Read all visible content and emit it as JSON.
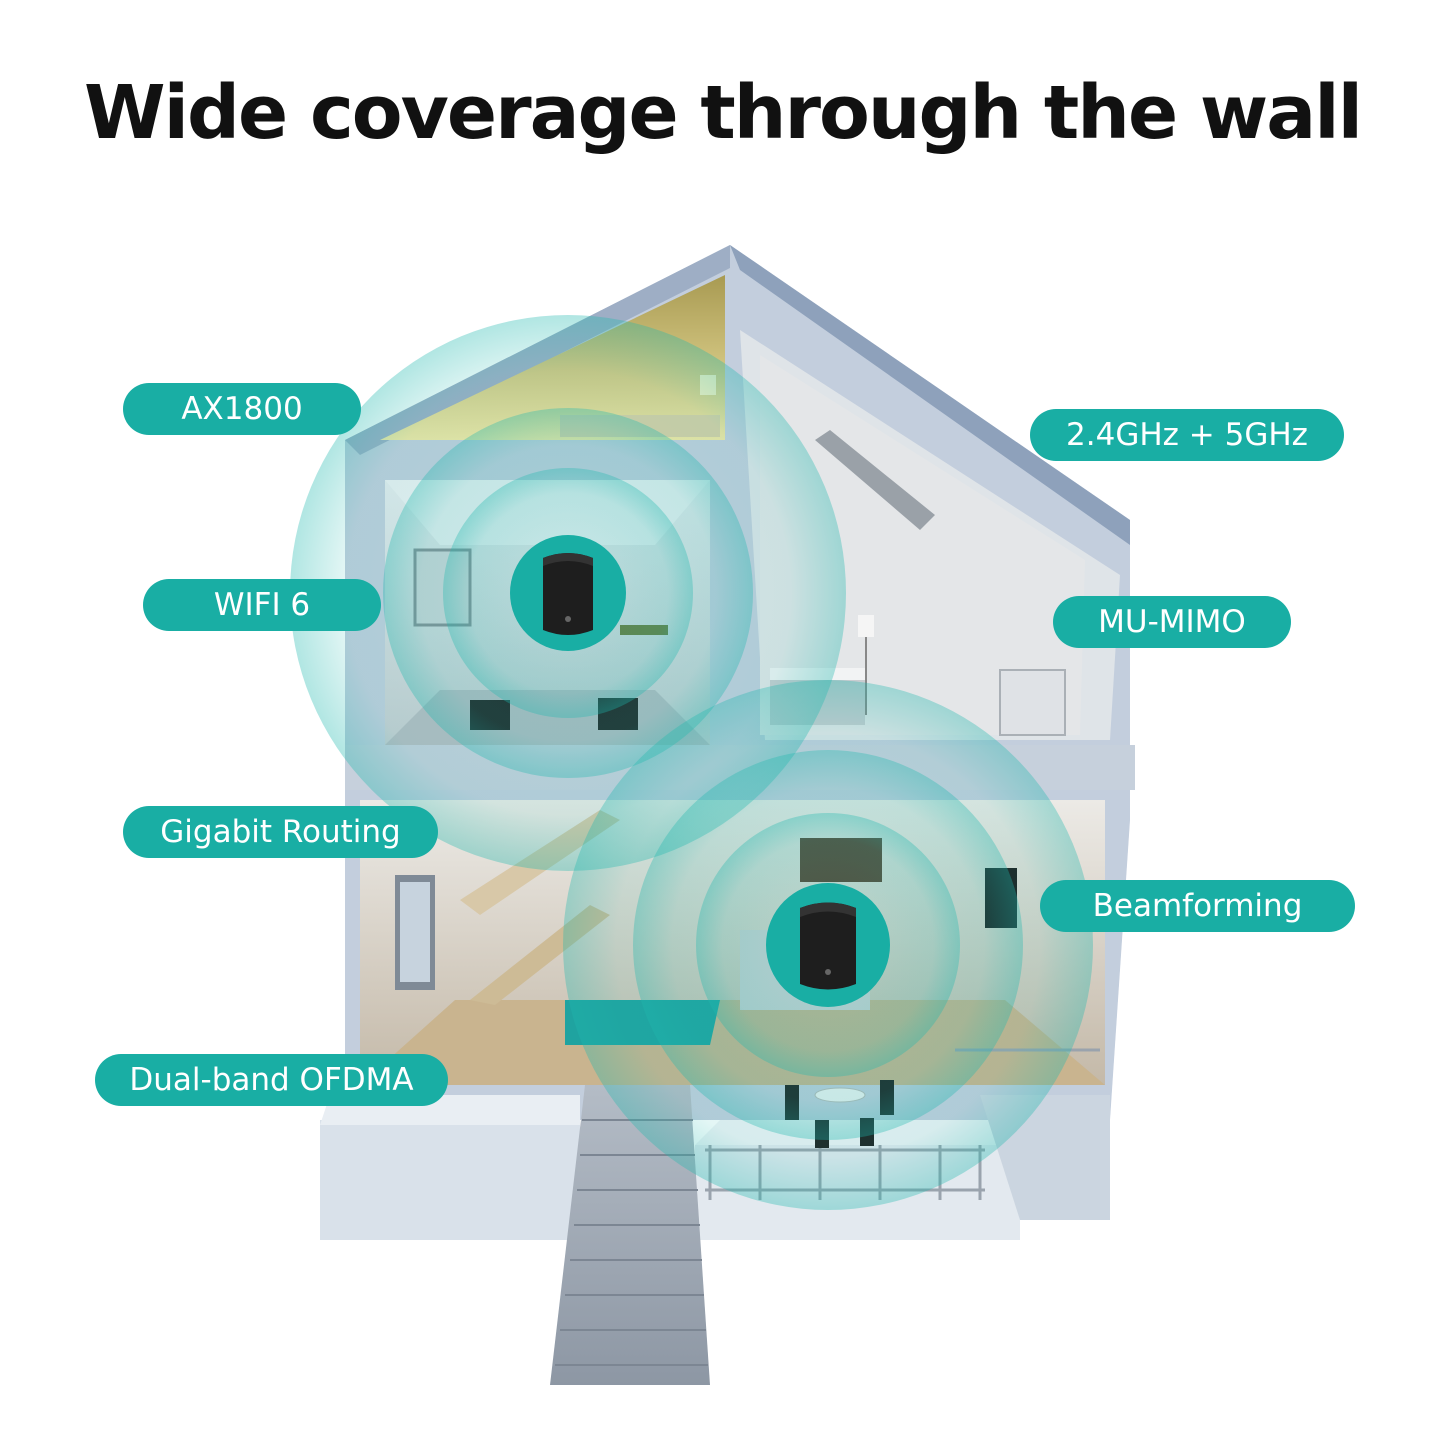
{
  "title": "Wide coverage through the wall",
  "features": {
    "ax1800": "AX1800",
    "bands": "2.4GHz + 5GHz",
    "wifi6": "WIFI 6",
    "mumimo": "MU-MIMO",
    "gigabit": "Gigabit Routing",
    "beamforming": "Beamforming",
    "ofdma": "Dual-band OFDMA"
  },
  "colors": {
    "accent": "#19aea4",
    "wall": "#c9d3e0",
    "roof": "#a4b3c8",
    "router": "#1e1e1e"
  }
}
